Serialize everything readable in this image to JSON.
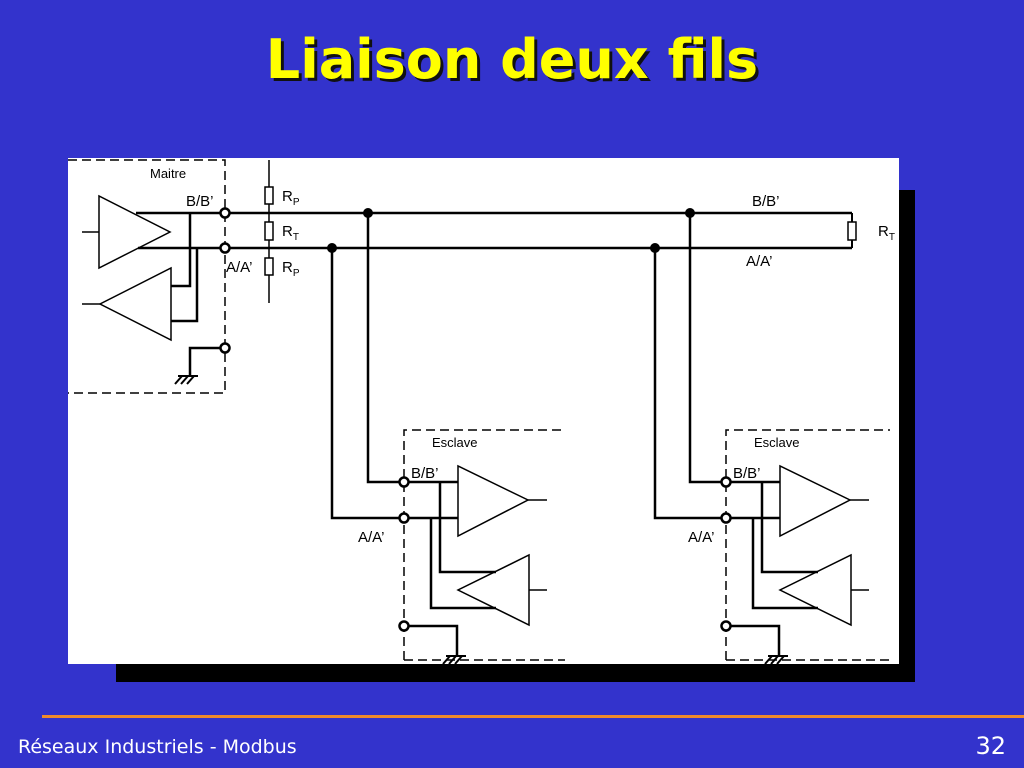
{
  "title": "Liaison deux fils",
  "diagram": {
    "master_label": "Maitre",
    "slave_label": "Esclave",
    "line_b": "B/B’",
    "line_a": "A/A’",
    "resistor_r": "R",
    "sub_p": "P",
    "sub_t": "T"
  },
  "footer": {
    "text": "Réseaux Industriels - Modbus",
    "page": "32"
  },
  "colors": {
    "background": "#3333cc",
    "title": "#ffff00",
    "rule": "#f08a2c"
  }
}
